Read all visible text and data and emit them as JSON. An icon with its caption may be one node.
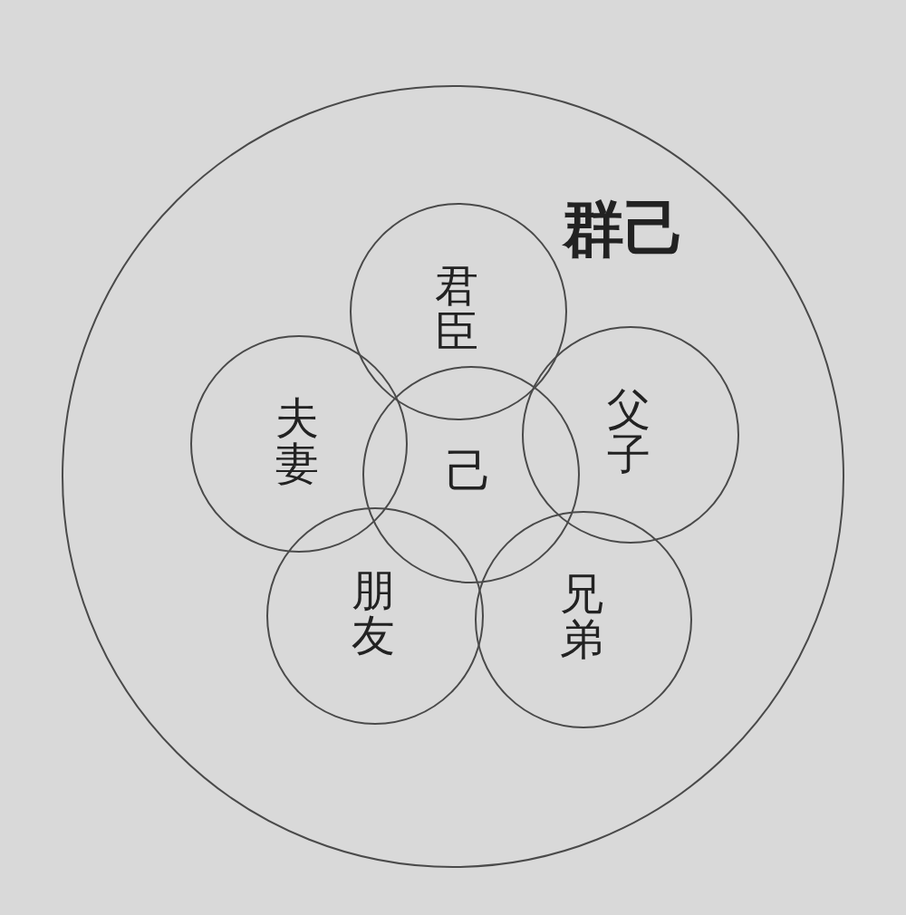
{
  "diagram": {
    "nodes": [
      {
        "text": [
          "群己"
        ]
      },
      {
        "text": [
          "君臣"
        ],
        "in": 0
      },
      {
        "text": [
          "夫妻"
        ],
        "in": 0
      },
      {
        "text": [
          "父子"
        ],
        "in": 0
      },
      {
        "text": [
          "己"
        ],
        "in": 0
      },
      {
        "text": [
          "朋友"
        ],
        "in": 0
      },
      {
        "text": [
          "兄弟"
        ],
        "in": 0
      }
    ]
  }
}
